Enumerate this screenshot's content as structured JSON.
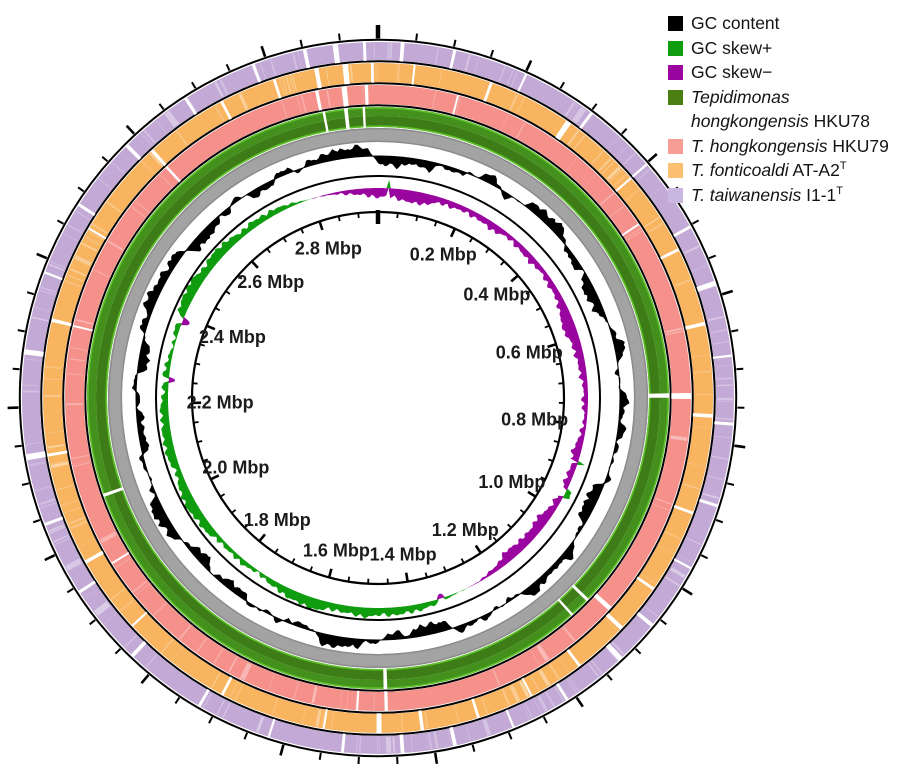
{
  "legend": {
    "items": [
      {
        "key": "gc_content",
        "color": "#000000",
        "parts": [
          {
            "text": "GC content"
          }
        ]
      },
      {
        "key": "gc_skew_pos",
        "color": "#0f9d0f",
        "parts": [
          {
            "text": "GC skew+"
          }
        ]
      },
      {
        "key": "gc_skew_neg",
        "color": "#9a05a0",
        "parts": [
          {
            "text": "GC skew−"
          }
        ]
      },
      {
        "key": "hku78",
        "color": "#4a7e10",
        "parts": [
          {
            "text": "Tepidimonas hongkongensis",
            "italic": true
          },
          {
            "text": " HKU78"
          }
        ]
      },
      {
        "key": "hku79",
        "color": "#f89c96",
        "parts": [
          {
            "text": "T. hongkongensis",
            "italic": true
          },
          {
            "text": " HKU79"
          }
        ]
      },
      {
        "key": "fonticoaldi",
        "color": "#fbbf72",
        "parts": [
          {
            "text": "T. fonticoaldi",
            "italic": true
          },
          {
            "text": " AT-A2"
          },
          {
            "text": "T",
            "sup": true
          }
        ]
      },
      {
        "key": "taiwanensis",
        "color": "#cab7df",
        "parts": [
          {
            "text": "T. taiwanensis",
            "italic": true
          },
          {
            "text": " I1-1"
          },
          {
            "text": "T",
            "sup": true
          }
        ]
      }
    ]
  },
  "chart_data": {
    "type": "circular_genome_comparison",
    "unit": "Mbp",
    "genome_size_mbp": 2.95,
    "scale": {
      "major_tick_interval_mbp": 0.2,
      "minor_tick_interval_mbp": 0.05,
      "labels": [
        {
          "value": 0.2,
          "text": "0.2 Mbp"
        },
        {
          "value": 0.4,
          "text": "0.4 Mbp"
        },
        {
          "value": 0.6,
          "text": "0.6 Mbp"
        },
        {
          "value": 0.8,
          "text": "0.8 Mbp"
        },
        {
          "value": 1.0,
          "text": "1.0 Mbp"
        },
        {
          "value": 1.2,
          "text": "1.2 Mbp"
        },
        {
          "value": 1.4,
          "text": "1.4 Mbp"
        },
        {
          "value": 1.6,
          "text": "1.6 Mbp"
        },
        {
          "value": 1.8,
          "text": "1.8 Mbp"
        },
        {
          "value": 2.0,
          "text": "2.0 Mbp"
        },
        {
          "value": 2.2,
          "text": "2.2 Mbp"
        },
        {
          "value": 2.4,
          "text": "2.4 Mbp"
        },
        {
          "value": 2.6,
          "text": "2.6 Mbp"
        },
        {
          "value": 2.8,
          "text": "2.8 Mbp"
        }
      ]
    },
    "tracks": [
      {
        "id": "t_taiwanensis",
        "label": "T. taiwanensis I1-1ᵀ",
        "type": "blast_identity_ring",
        "color": "#c2a9d6",
        "gaps_mbp_kb": [
          [
            0.03,
            5
          ],
          [
            0.1,
            4
          ],
          [
            0.2,
            3
          ],
          [
            0.3,
            4
          ],
          [
            0.4,
            3
          ],
          [
            0.5,
            4
          ],
          [
            0.58,
            7
          ],
          [
            0.68,
            3
          ],
          [
            0.77,
            4
          ],
          [
            0.88,
            4
          ],
          [
            0.97,
            3
          ],
          [
            1.06,
            5
          ],
          [
            1.12,
            7
          ],
          [
            1.21,
            4
          ],
          [
            1.29,
            3
          ],
          [
            1.37,
            5
          ],
          [
            1.44,
            5
          ],
          [
            1.52,
            4
          ],
          [
            1.62,
            3
          ],
          [
            1.72,
            4
          ],
          [
            1.83,
            5
          ],
          [
            1.94,
            4
          ],
          [
            2.04,
            4
          ],
          [
            2.13,
            8
          ],
          [
            2.27,
            7
          ],
          [
            2.38,
            3
          ],
          [
            2.48,
            4
          ],
          [
            2.58,
            5
          ],
          [
            2.68,
            4
          ],
          [
            2.78,
            4
          ],
          [
            2.85,
            5
          ],
          [
            2.89,
            7
          ],
          [
            2.93,
            4
          ]
        ]
      },
      {
        "id": "t_fonticoaldi",
        "label": "T. fonticoaldi AT-A2ᵀ",
        "type": "blast_identity_ring",
        "color": "#f8b45f",
        "gaps_mbp_kb": [
          [
            0.05,
            3
          ],
          [
            0.16,
            4
          ],
          [
            0.28,
            8
          ],
          [
            0.4,
            3
          ],
          [
            0.52,
            4
          ],
          [
            0.63,
            5
          ],
          [
            0.76,
            5
          ],
          [
            0.9,
            4
          ],
          [
            1.02,
            4
          ],
          [
            1.09,
            6
          ],
          [
            1.17,
            4
          ],
          [
            1.25,
            3
          ],
          [
            1.33,
            4
          ],
          [
            1.41,
            5
          ],
          [
            1.47,
            7
          ],
          [
            1.55,
            3
          ],
          [
            1.7,
            4
          ],
          [
            1.86,
            3
          ],
          [
            1.97,
            5
          ],
          [
            2.13,
            4
          ],
          [
            2.32,
            5
          ],
          [
            2.46,
            3
          ],
          [
            2.6,
            5
          ],
          [
            2.72,
            4
          ],
          [
            2.8,
            4
          ],
          [
            2.86,
            6
          ],
          [
            2.9,
            8
          ],
          [
            2.94,
            4
          ]
        ]
      },
      {
        "id": "t_hku79",
        "label": "T. hongkongensis HKU79",
        "type": "blast_identity_ring",
        "color": "#f5908b",
        "gaps_mbp_kb": [
          [
            0.12,
            3
          ],
          [
            0.46,
            3
          ],
          [
            0.73,
            9
          ],
          [
            1.08,
            7
          ],
          [
            1.46,
            5
          ],
          [
            1.505,
            3
          ],
          [
            1.95,
            3
          ],
          [
            2.32,
            3
          ],
          [
            2.6,
            4
          ],
          [
            2.855,
            5
          ],
          [
            2.895,
            8
          ],
          [
            2.93,
            5
          ]
        ]
      },
      {
        "id": "t_hku78",
        "label": "Tepidimonas hongkongensis HKU78",
        "type": "reference_ring",
        "color": "#44901c",
        "color_inner": "#3e7c17",
        "color_edge": "#5ec22a",
        "gaps_mbp_kb": [
          [
            0.73,
            7
          ],
          [
            1.095,
            5
          ],
          [
            1.13,
            4
          ],
          [
            1.46,
            6
          ],
          [
            2.05,
            5
          ],
          [
            2.86,
            4
          ],
          [
            2.895,
            6
          ],
          [
            2.925,
            4
          ]
        ]
      },
      {
        "id": "backbone",
        "label": "",
        "type": "reference_backbone",
        "color": "#a3a3a3",
        "edge_color": "#8c8c8c"
      },
      {
        "id": "gc_content",
        "label": "GC content",
        "type": "gc_content_plot",
        "color": "#000000"
      },
      {
        "id": "gc_skew",
        "label": "GC skew",
        "type": "gc_skew_plot",
        "positive_color": "#0f9d0f",
        "negative_color": "#9a05a0",
        "positive_region_mbp": [
          1.27,
          2.8
        ]
      }
    ]
  }
}
